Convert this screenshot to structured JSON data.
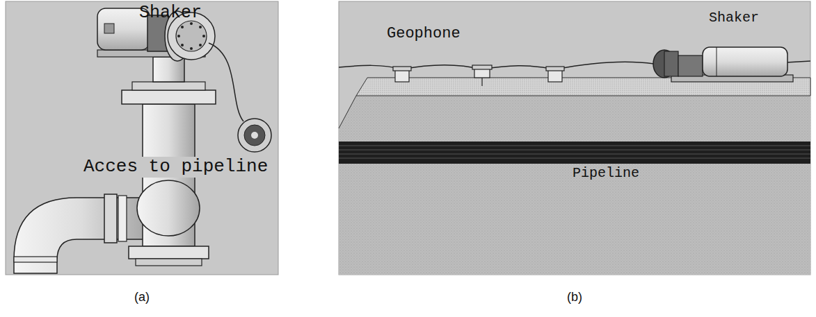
{
  "diagram": {
    "labels": [
      "Shaker",
      "Acces to pipeline",
      "Geophone",
      "Shaker",
      "Pipeline",
      "(a)",
      "(b)"
    ]
  }
}
